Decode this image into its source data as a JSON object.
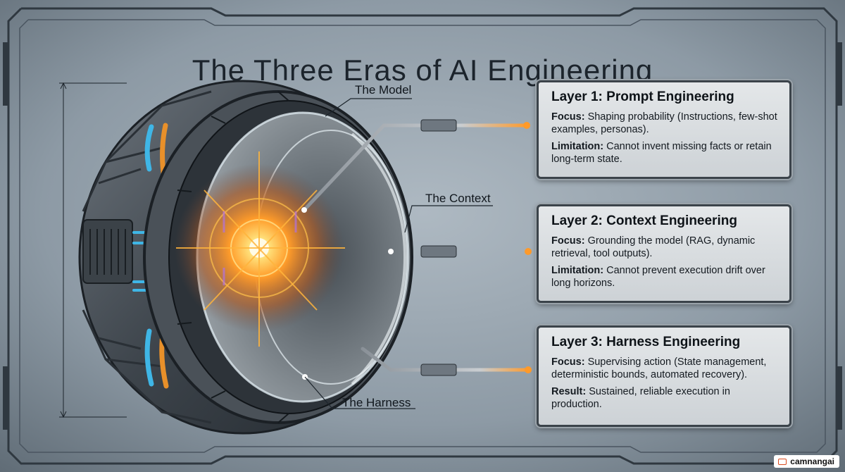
{
  "title": "The Three Eras of AI Engineering",
  "labels": {
    "model": "The Model",
    "context": "The Context",
    "harness": "The Harness"
  },
  "layers": [
    {
      "heading": "Layer 1: Prompt Engineering",
      "lines": [
        {
          "key": "Focus:",
          "text": "Shaping probability (Instructions, few-shot examples, personas)."
        },
        {
          "key": "Limitation:",
          "text": "Cannot invent missing facts or retain long-term state."
        }
      ]
    },
    {
      "heading": "Layer 2: Context Engineering",
      "lines": [
        {
          "key": "Focus:",
          "text": "Grounding the model (RAG, dynamic retrieval, tool outputs)."
        },
        {
          "key": "Limitation:",
          "text": "Cannot prevent execution drift over long horizons."
        }
      ]
    },
    {
      "heading": "Layer 3: Harness Engineering",
      "lines": [
        {
          "key": "Focus:",
          "text": "Supervising action (State management, deterministic bounds, automated recovery)."
        },
        {
          "key": "Result:",
          "text": "Sustained, reliable execution in production."
        }
      ]
    }
  ],
  "badge": "camnangai",
  "colors": {
    "background": "#7f8c97",
    "core_glow": "#ffb030",
    "accent_blue": "#3fb6e6",
    "accent_orange": "#e8902a",
    "panel": "#d9dde0"
  }
}
